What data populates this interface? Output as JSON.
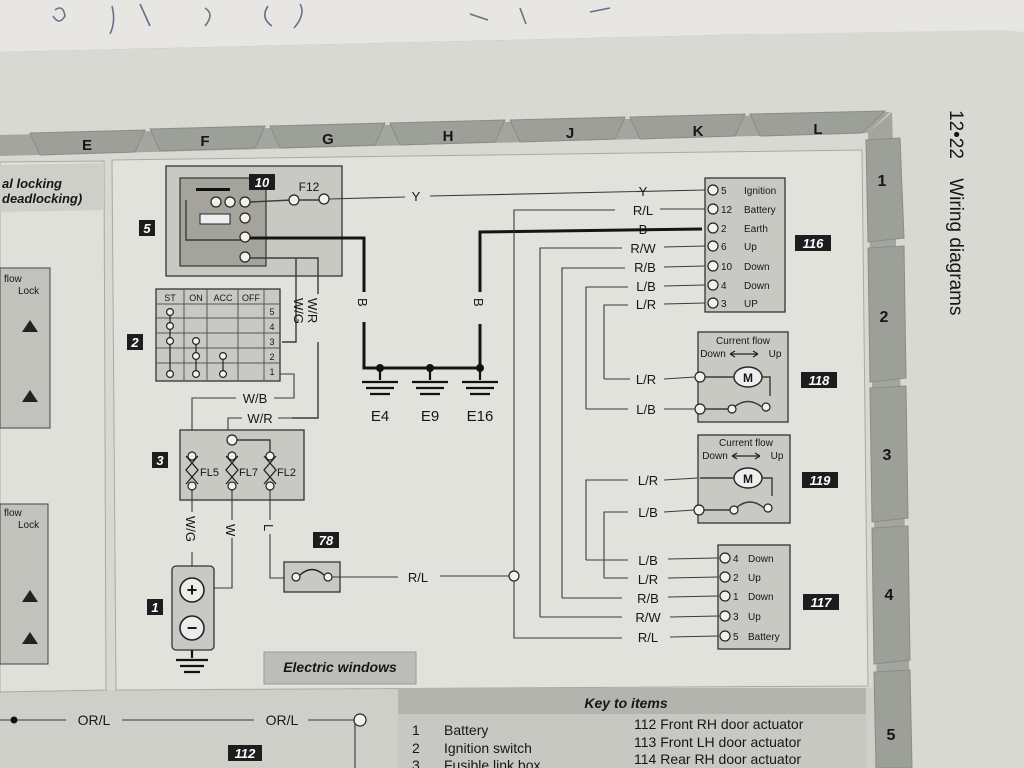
{
  "page": {
    "number": "12•22",
    "section": "Wiring diagrams",
    "title_line1": "al locking",
    "title_line2": "deadlocking)",
    "diagram_label": "Electric windows"
  },
  "columns": [
    "E",
    "F",
    "G",
    "H",
    "J",
    "K",
    "L"
  ],
  "rows": [
    "1",
    "2",
    "3",
    "4",
    "5"
  ],
  "components": {
    "battery": "1",
    "ignition_switch": "2",
    "fusible_link_box": "3",
    "relay_5": "5",
    "relay_10": "10",
    "relay_78": "78",
    "door_actuator_112": "112",
    "switch_116": "116",
    "motor_117": "117",
    "motor_118": "118",
    "motor_119": "119"
  },
  "fuses": {
    "f12": "F12",
    "fl5": "FL5",
    "fl7": "FL7",
    "fl2": "FL2"
  },
  "ignition_switch_headers": [
    "ST",
    "ON",
    "ACC",
    "OFF"
  ],
  "ignition_switch_rows": [
    "5",
    "4",
    "3",
    "2",
    "1"
  ],
  "earths": [
    "E4",
    "E9",
    "E16"
  ],
  "wires": {
    "y": "Y",
    "b": "B",
    "wr": "W/R",
    "wg": "W/G",
    "wb": "W/B",
    "w": "W",
    "l": "L",
    "rl": "R/L",
    "rw": "R/W",
    "rb": "R/B",
    "lb": "L/B",
    "lr": "L/R",
    "orl": "OR/L"
  },
  "switch_116_pins": [
    {
      "num": "5",
      "label": "Ignition"
    },
    {
      "num": "12",
      "label": "Battery"
    },
    {
      "num": "2",
      "label": "Earth"
    },
    {
      "num": "6",
      "label": "Up"
    },
    {
      "num": "10",
      "label": "Down"
    },
    {
      "num": "4",
      "label": "Down"
    },
    {
      "num": "3",
      "label": "UP"
    }
  ],
  "switch_117_pins": [
    {
      "num": "4",
      "label": "Down"
    },
    {
      "num": "2",
      "label": "Up"
    },
    {
      "num": "1",
      "label": "Down"
    },
    {
      "num": "3",
      "label": "Up"
    },
    {
      "num": "5",
      "label": "Battery"
    }
  ],
  "motor_current_flow": "Current flow",
  "motor_down": "Down",
  "motor_up": "Up",
  "motor_symbol": "M",
  "left_flow": "flow",
  "left_lock": "Lock",
  "battery_plus": "+",
  "battery_minus": "−",
  "key": {
    "title": "Key to items",
    "items_left": [
      {
        "num": "1",
        "name": "Battery"
      },
      {
        "num": "2",
        "name": "Ignition switch"
      },
      {
        "num": "3",
        "name": "Fusible link box"
      }
    ],
    "items_right": [
      "112 Front RH door actuator",
      "113 Front LH door actuator",
      "114 Rear RH door actuator"
    ]
  },
  "colors": {
    "paper": "#dcdcd6",
    "panel": "#e2e2dc",
    "frame": "#9d9f99",
    "badge": "#1d1d1d",
    "wire": "#3a3a3a"
  }
}
